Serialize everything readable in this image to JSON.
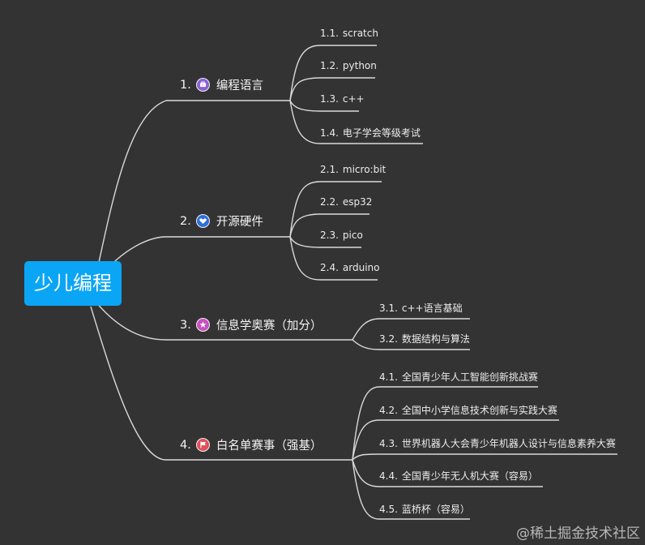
{
  "root": {
    "label": "少儿编程",
    "color": "#0aa6f5"
  },
  "branches": [
    {
      "num": "1.",
      "label": "编程语言",
      "icon": "briefcase-icon",
      "icon_color": "#8b5fd6",
      "children": [
        {
          "num": "1.1.",
          "label": "scratch"
        },
        {
          "num": "1.2.",
          "label": "python"
        },
        {
          "num": "1.3.",
          "label": "c++"
        },
        {
          "num": "1.4.",
          "label": "电子学会等级考试"
        }
      ]
    },
    {
      "num": "2.",
      "label": "开源硬件",
      "icon": "heart-icon",
      "icon_color": "#2f6fd8",
      "children": [
        {
          "num": "2.1.",
          "label": "micro:bit"
        },
        {
          "num": "2.2.",
          "label": "esp32"
        },
        {
          "num": "2.3.",
          "label": "pico"
        },
        {
          "num": "2.4.",
          "label": "arduino"
        }
      ]
    },
    {
      "num": "3.",
      "label": "信息学奥赛（加分）",
      "icon": "star-icon",
      "icon_color": "#c84fc0",
      "children": [
        {
          "num": "3.1.",
          "label": "c++语言基础"
        },
        {
          "num": "3.2.",
          "label": "数据结构与算法"
        }
      ]
    },
    {
      "num": "4.",
      "label": "白名单赛事（强基）",
      "icon": "flag-icon",
      "icon_color": "#e0505a",
      "children": [
        {
          "num": "4.1.",
          "label": "全国青少年人工智能创新挑战赛"
        },
        {
          "num": "4.2.",
          "label": "全国中小学信息技术创新与实践大赛"
        },
        {
          "num": "4.3.",
          "label": "世界机器人大会青少年机器人设计与信息素养大赛"
        },
        {
          "num": "4.4.",
          "label": "全国青少年无人机大赛（容易）"
        },
        {
          "num": "4.5.",
          "label": "蓝桥杯（容易）"
        }
      ]
    }
  ],
  "watermark": "@稀土掘金技术社区",
  "line_color": "#d9d9d9",
  "background": "#333333"
}
